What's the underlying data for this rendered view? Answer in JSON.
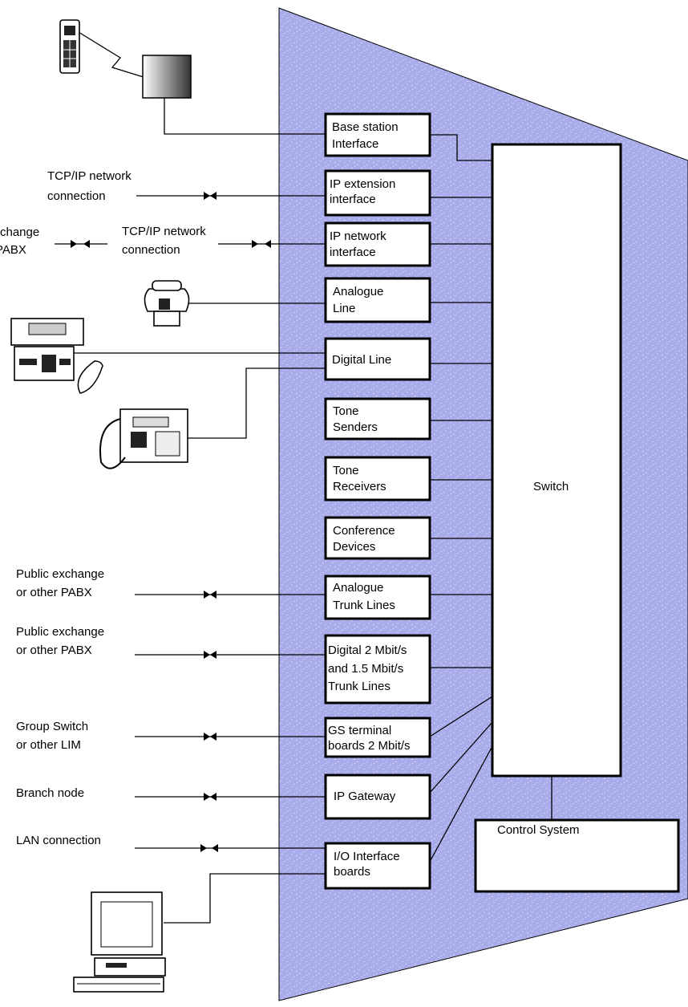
{
  "colors": {
    "panel": "#A9ACEA",
    "line": "#000000",
    "box_fill": "#FFFFFF"
  },
  "interfaces": {
    "base_station": [
      "Base station",
      "Interface"
    ],
    "ip_extension": [
      "IP extension",
      "interface"
    ],
    "ip_network": [
      "IP network",
      "interface"
    ],
    "analogue_line": [
      "Analogue",
      "Line"
    ],
    "digital_line": [
      "Digital Line"
    ],
    "tone_senders": [
      "Tone",
      "Senders"
    ],
    "tone_receivers": [
      "Tone",
      "Receivers"
    ],
    "conference": [
      "Conference",
      "Devices"
    ],
    "analogue_trunk": [
      "Analogue",
      "Trunk Lines"
    ],
    "digital_trunk": [
      "Digital 2 Mbit/s",
      "and 1.5 Mbit/s",
      "Trunk Lines"
    ],
    "gs_terminal": [
      "GS terminal",
      "boards 2 Mbit/s"
    ],
    "ip_gateway": [
      "IP Gateway"
    ],
    "io_interface": [
      "I/O Interface",
      "boards"
    ]
  },
  "switch_label": "Switch",
  "control_system_label": "Control System",
  "external": {
    "tcpip_ext": [
      "TCP/IP network",
      "connection"
    ],
    "exchange_pabx": [
      "change",
      "PABX"
    ],
    "tcpip_net": [
      "TCP/IP network",
      "connection"
    ],
    "public_exchange_1": [
      "Public exchange",
      "or other PABX"
    ],
    "public_exchange_2": [
      "Public exchange",
      "or other PABX"
    ],
    "group_switch": [
      "Group Switch",
      "or other LIM"
    ],
    "branch_node": [
      "Branch node"
    ],
    "lan_connection": [
      "LAN connection"
    ]
  },
  "icons": [
    "mobile-phone-icon",
    "base-station-icon",
    "analogue-phone-icon",
    "digital-console-icon",
    "system-phone-icon",
    "computer-terminal-icon",
    "connector-icon"
  ]
}
